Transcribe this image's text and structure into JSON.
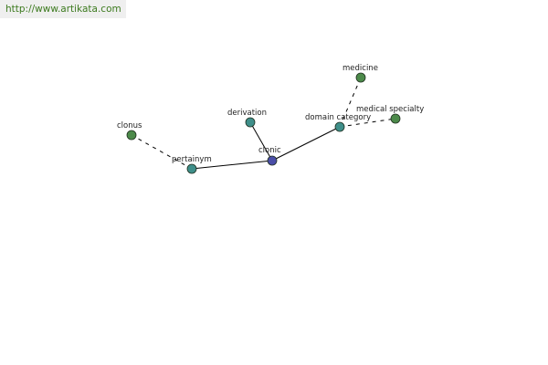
{
  "watermark": {
    "text": "http://www.artikata.com"
  },
  "graph": {
    "colors": {
      "center": "#4a4ea8",
      "relation": "#3f8f8a",
      "term": "#4c8a4a",
      "edge": "#000000"
    },
    "nodes": [
      {
        "id": "clonic",
        "label": "clonic",
        "kind": "center"
      },
      {
        "id": "derivation",
        "label": "derivation",
        "kind": "relation"
      },
      {
        "id": "pertainym",
        "label": "pertainym",
        "kind": "relation"
      },
      {
        "id": "domain-category",
        "label": "domain category",
        "kind": "relation"
      },
      {
        "id": "clonus",
        "label": "clonus",
        "kind": "term"
      },
      {
        "id": "medicine",
        "label": "medicine",
        "kind": "term"
      },
      {
        "id": "medical-specialty",
        "label": "medical specialty",
        "kind": "term"
      }
    ],
    "edges": [
      {
        "from": "clonic",
        "to": "derivation",
        "style": "solid"
      },
      {
        "from": "clonic",
        "to": "pertainym",
        "style": "solid"
      },
      {
        "from": "clonic",
        "to": "domain-category",
        "style": "solid"
      },
      {
        "from": "pertainym",
        "to": "clonus",
        "style": "dashed"
      },
      {
        "from": "domain-category",
        "to": "medicine",
        "style": "dashed"
      },
      {
        "from": "domain-category",
        "to": "medical-specialty",
        "style": "dashed"
      }
    ]
  }
}
